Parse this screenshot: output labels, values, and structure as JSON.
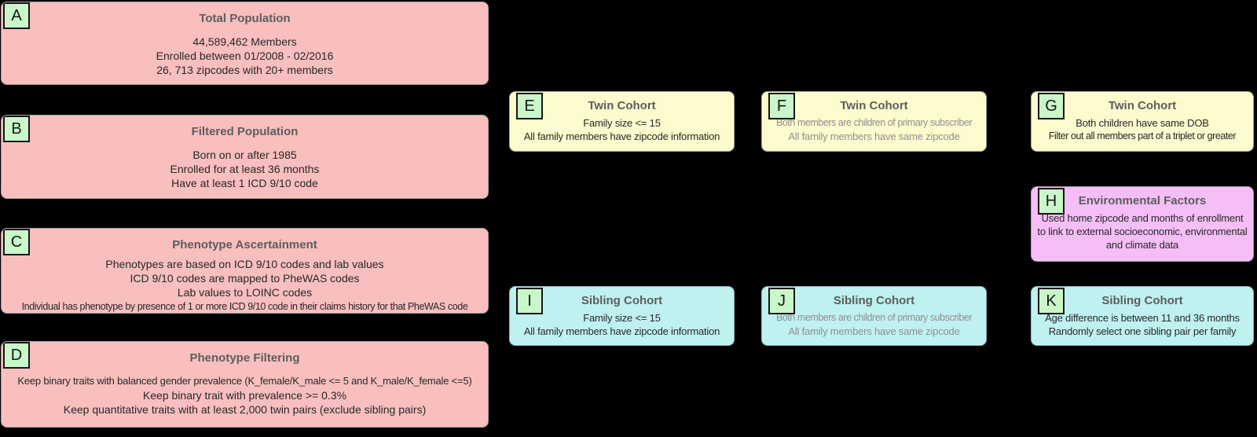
{
  "diagram": {
    "background_color": "#000000",
    "colors": {
      "population_fill": "#F9BEBE",
      "twin_cohort_fill": "#FCFCCE",
      "sibling_cohort_fill": "#BFF1F1",
      "environmental_fill": "#F6BEF6",
      "letter_badge_fill": "#C9F7C9",
      "title_text": "#5D5D5D",
      "body_text": "#282828",
      "muted_body_text": "#8F8F8F"
    },
    "nodes": [
      {
        "letter": "A",
        "title": "Total Population",
        "lines": [
          "44,589,462 Members",
          "Enrolled between 01/2008 - 02/2016",
          "26, 713 zipcodes with 20+ members"
        ]
      },
      {
        "letter": "B",
        "title": "Filtered Population",
        "lines": [
          "Born on or after 1985",
          "Enrolled for at least 36 months",
          "Have at least 1 ICD 9/10 code"
        ]
      },
      {
        "letter": "C",
        "title": "Phenotype Ascertainment",
        "lines": [
          "Phenotypes are based on ICD 9/10 codes and lab values",
          "ICD 9/10 codes are mapped to PheWAS codes",
          "Lab values to LOINC codes",
          "Individual has phenotype by presence of 1 or more ICD 9/10 code in their claims history for that PheWAS code"
        ]
      },
      {
        "letter": "D",
        "title": "Phenotype Filtering",
        "lines": [
          "Keep binary traits with balanced gender prevalence (K_female/K_male <= 5 and K_male/K_female <=5)",
          "Keep binary trait with prevalence >= 0.3%",
          "Keep quantitative traits with at least 2,000 twin pairs (exclude sibling pairs)"
        ]
      },
      {
        "letter": "E",
        "title": "Twin Cohort",
        "lines": [
          "Family size <= 15",
          "All family members have zipcode information"
        ]
      },
      {
        "letter": "F",
        "title": "Twin Cohort",
        "lines": [
          "Both members are children of primary subscriber",
          "All family members have same zipcode"
        ]
      },
      {
        "letter": "G",
        "title": "Twin Cohort",
        "lines": [
          "Both children have same DOB",
          "Filter out all members part of a triplet or greater"
        ]
      },
      {
        "letter": "H",
        "title": "Environmental Factors",
        "lines": [
          "Used home zipcode and months of enrollment to link to external socioeconomic, environmental and climate data"
        ]
      },
      {
        "letter": "I",
        "title": "Sibling Cohort",
        "lines": [
          "Family size <= 15",
          "All family members have zipcode information"
        ]
      },
      {
        "letter": "J",
        "title": "Sibling Cohort",
        "lines": [
          "Both members are children of primary subscriber",
          "All family members have same zipcode"
        ]
      },
      {
        "letter": "K",
        "title": "Sibling Cohort",
        "lines": [
          "Age difference is between 11 and 36 months",
          "Randomly select one sibling pair per family"
        ]
      }
    ]
  }
}
